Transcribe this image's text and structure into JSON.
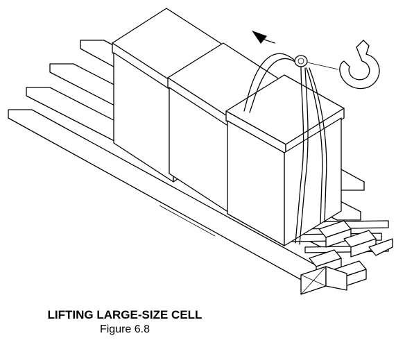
{
  "caption": {
    "title": "LIFTING LARGE-SIZE CELL",
    "figure": "Figure 6.8"
  },
  "illustration": {
    "subject": "three cells on pallet with lifting strap and hook",
    "icons": [
      "pallet-icon",
      "cell-box-icon",
      "lifting-strap-icon",
      "crane-hook-icon",
      "lift-direction-arrow-icon"
    ]
  }
}
